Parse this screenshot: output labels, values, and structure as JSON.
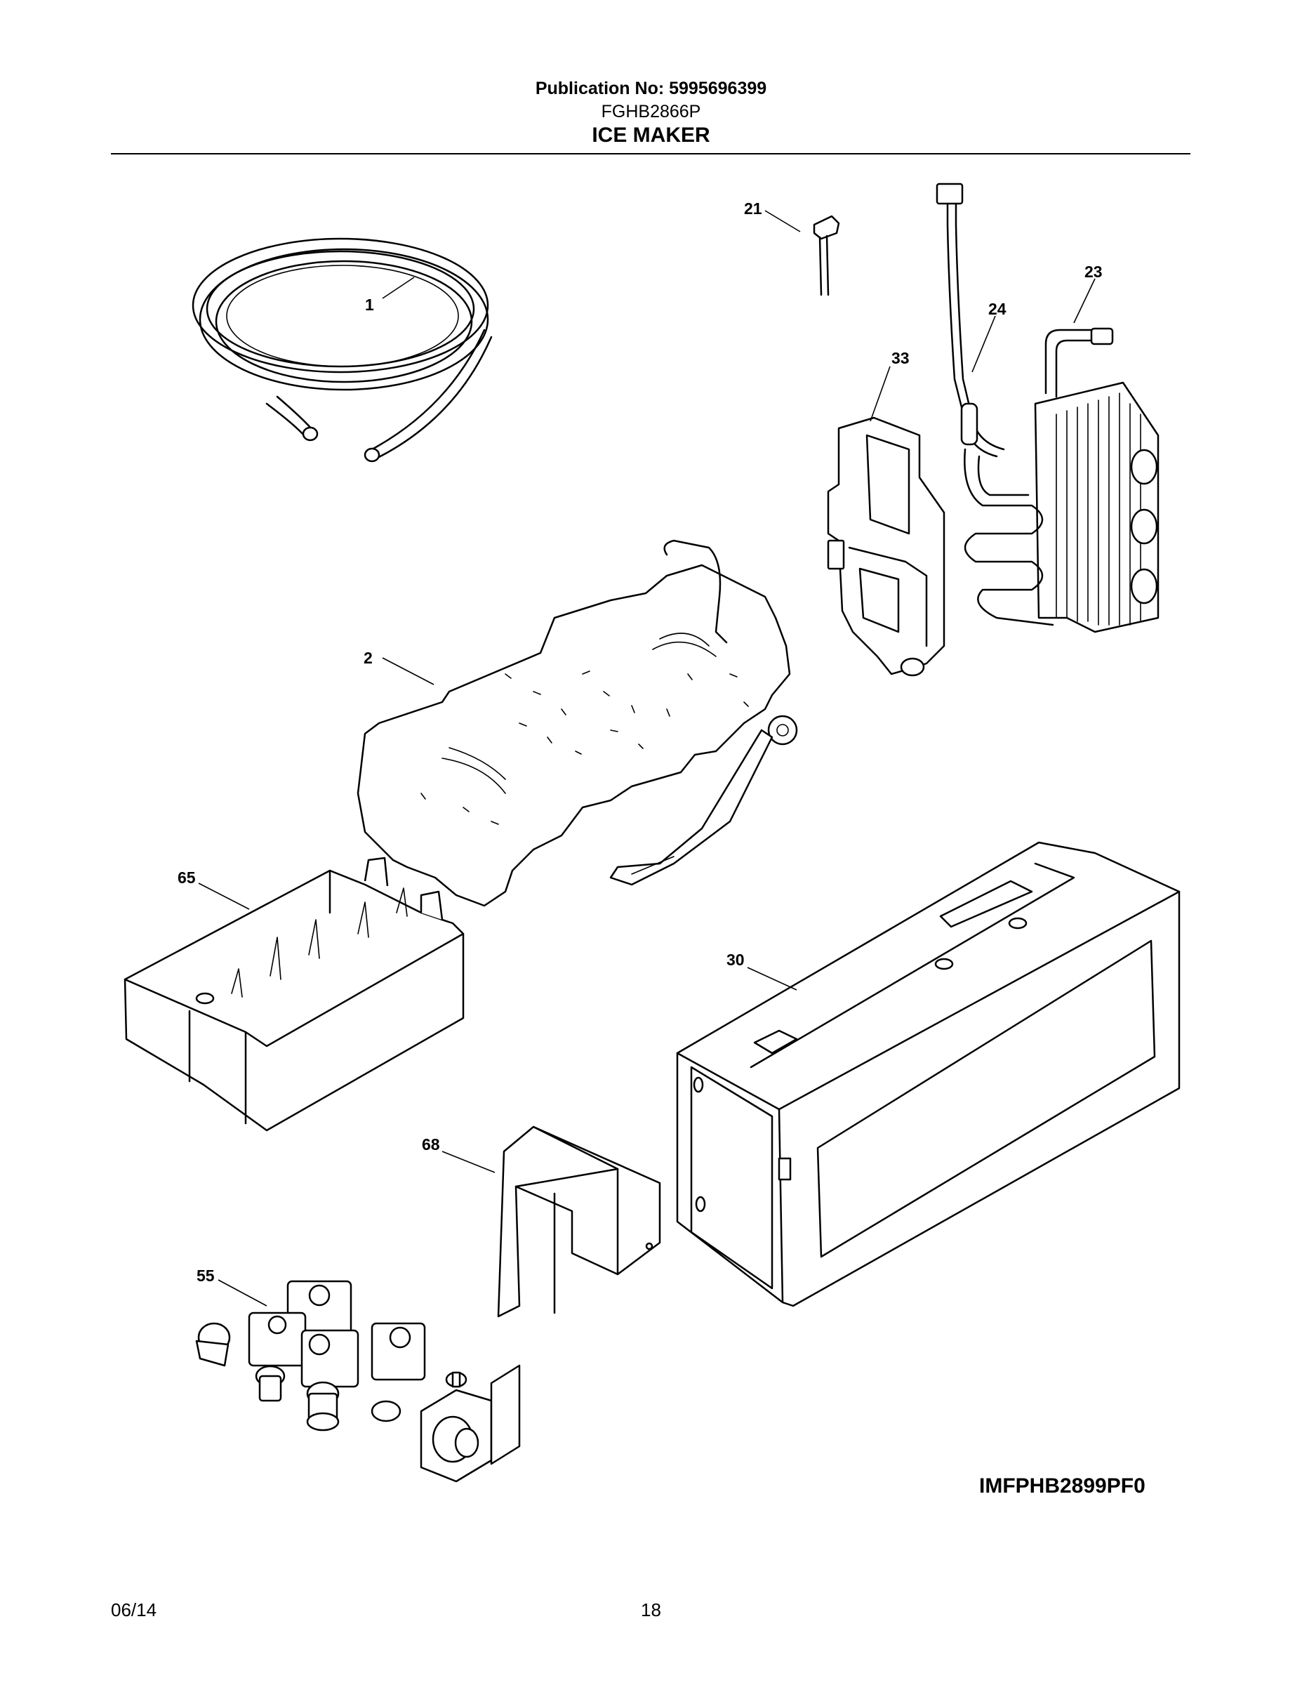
{
  "header": {
    "publication": "Publication No: 5995696399",
    "model": "FGHB2866P",
    "title": "ICE MAKER"
  },
  "callouts": {
    "c1": "1",
    "c2": "2",
    "c21": "21",
    "c23": "23",
    "c24": "24",
    "c30": "30",
    "c33": "33",
    "c55": "55",
    "c65": "65",
    "c68": "68"
  },
  "illustration_code": "IMFPHB2899PF0",
  "footer": {
    "date": "06/14",
    "page": "18"
  }
}
